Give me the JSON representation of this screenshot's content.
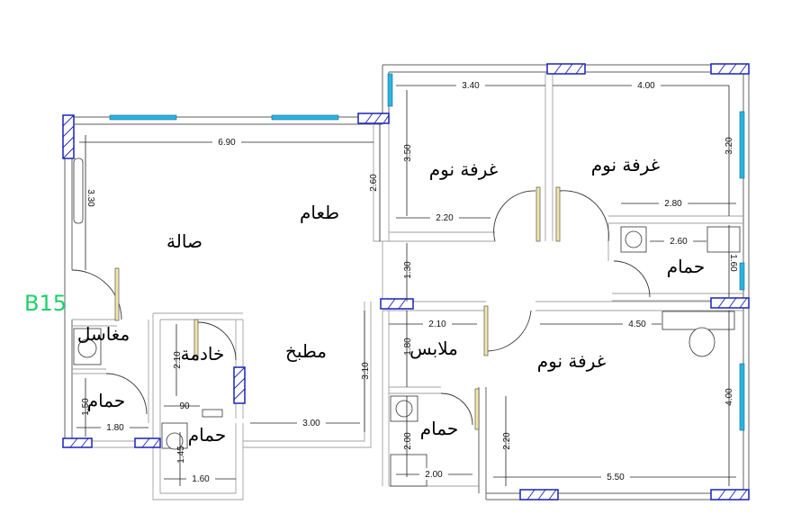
{
  "plan": {
    "label": "B15",
    "rooms": {
      "living": "صالة",
      "dining": "طعام",
      "bedroom_1": "غرفة نوم",
      "bedroom_2": "غرفة نوم",
      "bedroom_3": "غرفة نوم",
      "kitchen": "مطبخ",
      "maid": "خادمة",
      "dressing": "ملابس",
      "washbasins": "مغاسل",
      "bath_main": "حمام",
      "bath_maid": "حمام",
      "bath_left": "حمام",
      "bath_dressing": "حمام"
    },
    "dimensions": {
      "d_690": "6.90",
      "d_330": "3.30",
      "d_260_v": "2.60",
      "d_340": "3.40",
      "d_350": "3.50",
      "d_400_top": "4.00",
      "d_320": "3.20",
      "d_220_top": "2.20",
      "d_280": "2.80",
      "d_260_h": "2.60",
      "d_160_v": "1.60",
      "d_130": "1.30",
      "d_210_h": "2.10",
      "d_450": "4.50",
      "d_180_v": "1.80",
      "d_210_v": "2.10",
      "d_310": "3.10",
      "d_400_right": "4.00",
      "d_090": "90",
      "d_150": "1.50",
      "d_180_h": "1.80",
      "d_300": "3.00",
      "d_145": "1.45",
      "d_160_h": "1.60",
      "d_200_v": "2.00",
      "d_200_h": "2.00",
      "d_220_v": "2.20",
      "d_550": "5.50"
    }
  }
}
